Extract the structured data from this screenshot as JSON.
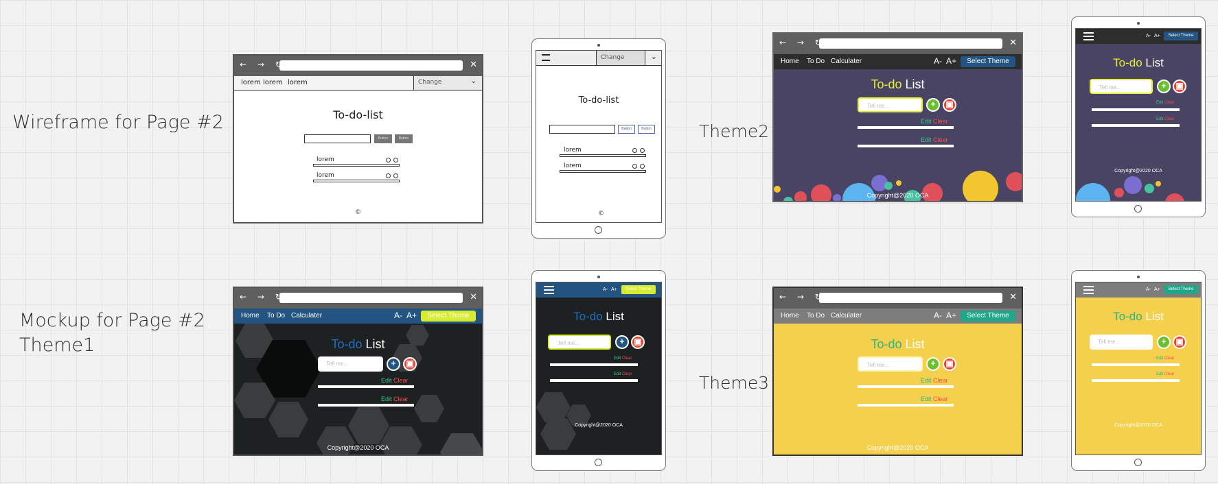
{
  "labels": {
    "wireframe": "Wireframe for Page #2",
    "mockup_line1": "Mockup for Page #2",
    "mockup_line2": "Theme1",
    "theme2": "Theme2",
    "theme3": "Theme3"
  },
  "wireframe": {
    "menu_items": [
      "lorem",
      "lorem",
      "lorem"
    ],
    "dropdown": "Change",
    "title": "To-do-list",
    "button": "Button",
    "item": "lorem",
    "footer": "©"
  },
  "app": {
    "menu": [
      "Home",
      "To Do",
      "Calculater"
    ],
    "font_minus": "A-",
    "font_plus": "A+",
    "select_theme": "Select Theme",
    "title_a": "To-do",
    "title_b": "List",
    "placeholder": "Tell me...",
    "edit": "Edit",
    "clear": "Clear",
    "copyright": "Copyright@2020 OCA"
  },
  "colors": {
    "theme1_bar": "#245582",
    "theme1_bg": "#1e2122",
    "theme1_accent": "#1e6fc2",
    "theme1_select": "#d7ec2e",
    "theme2_bg": "#494463",
    "theme2_bar": "#2d2d2d",
    "theme2_accent": "#e4f032",
    "theme2_select": "#245582",
    "theme3_bg": "#f4d04d",
    "theme3_bar": "#7d7d7d",
    "theme3_accent": "#2bb58a",
    "theme3_select": "#20a78a",
    "edit": "#37c78a",
    "clear": "#ff4a4a"
  }
}
